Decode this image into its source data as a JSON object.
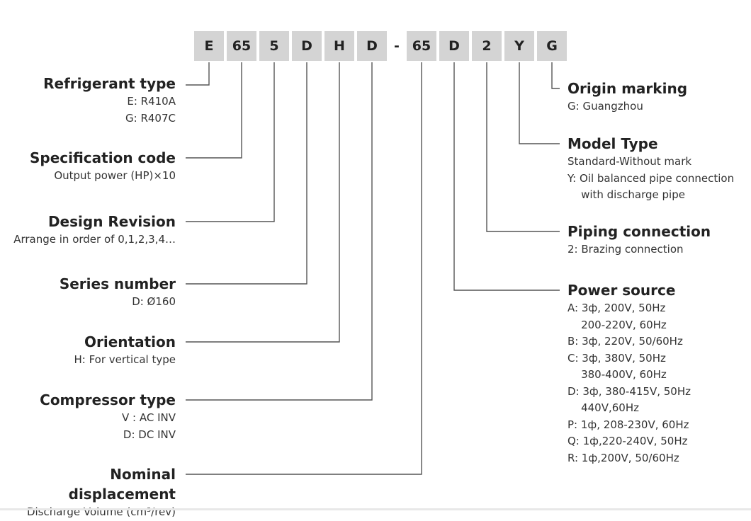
{
  "code_boxes": [
    {
      "text": "E"
    },
    {
      "text": "65"
    },
    {
      "text": "5"
    },
    {
      "text": "D"
    },
    {
      "text": "H"
    },
    {
      "text": "D"
    },
    {
      "text": "-"
    },
    {
      "text": "65"
    },
    {
      "text": "D"
    },
    {
      "text": "2"
    },
    {
      "text": "Y"
    },
    {
      "text": "G"
    }
  ],
  "left_labels": [
    {
      "title": "Refrigerant type",
      "desc": [
        "E: R410A",
        "G: R407C"
      ]
    },
    {
      "title": "Specification code",
      "desc": [
        "Output power (HP)×10"
      ]
    },
    {
      "title": "Design Revision",
      "desc": [
        "Arrange in order of 0,1,2,3,4…"
      ]
    },
    {
      "title": "Series number",
      "desc": [
        "D: Ø160"
      ]
    },
    {
      "title": "Orientation",
      "desc": [
        "H: For vertical type"
      ]
    },
    {
      "title": "Compressor type",
      "desc": [
        "V : AC INV",
        "D: DC INV"
      ]
    },
    {
      "title": "Nominal displacement",
      "desc": [
        "Discharge Volume (cm³/rev)"
      ]
    }
  ],
  "right_labels": [
    {
      "title": "Origin marking",
      "desc": [
        "G: Guangzhou"
      ]
    },
    {
      "title": "Model Type",
      "desc": [
        "Standard-Without mark",
        "Y: Oil balanced pipe connection",
        "    with discharge pipe"
      ]
    },
    {
      "title": "Piping connection",
      "desc": [
        "2: Brazing connection"
      ]
    },
    {
      "title": "Power source",
      "desc": [
        "A: 3ф, 200V, 50Hz",
        "    200-220V, 60Hz",
        "B: 3ф, 220V, 50/60Hz",
        "C: 3ф, 380V, 50Hz",
        "    380-400V, 60Hz",
        "D: 3ф, 380-415V, 50Hz",
        "    440V,60Hz",
        "P: 1ф, 208-230V, 60Hz",
        "Q: 1ф,220-240V, 50Hz",
        "R: 1ф,200V, 50/60Hz"
      ]
    }
  ],
  "colors": {
    "box": "#d4d4d4",
    "line": "#555555",
    "text": "#222222"
  }
}
